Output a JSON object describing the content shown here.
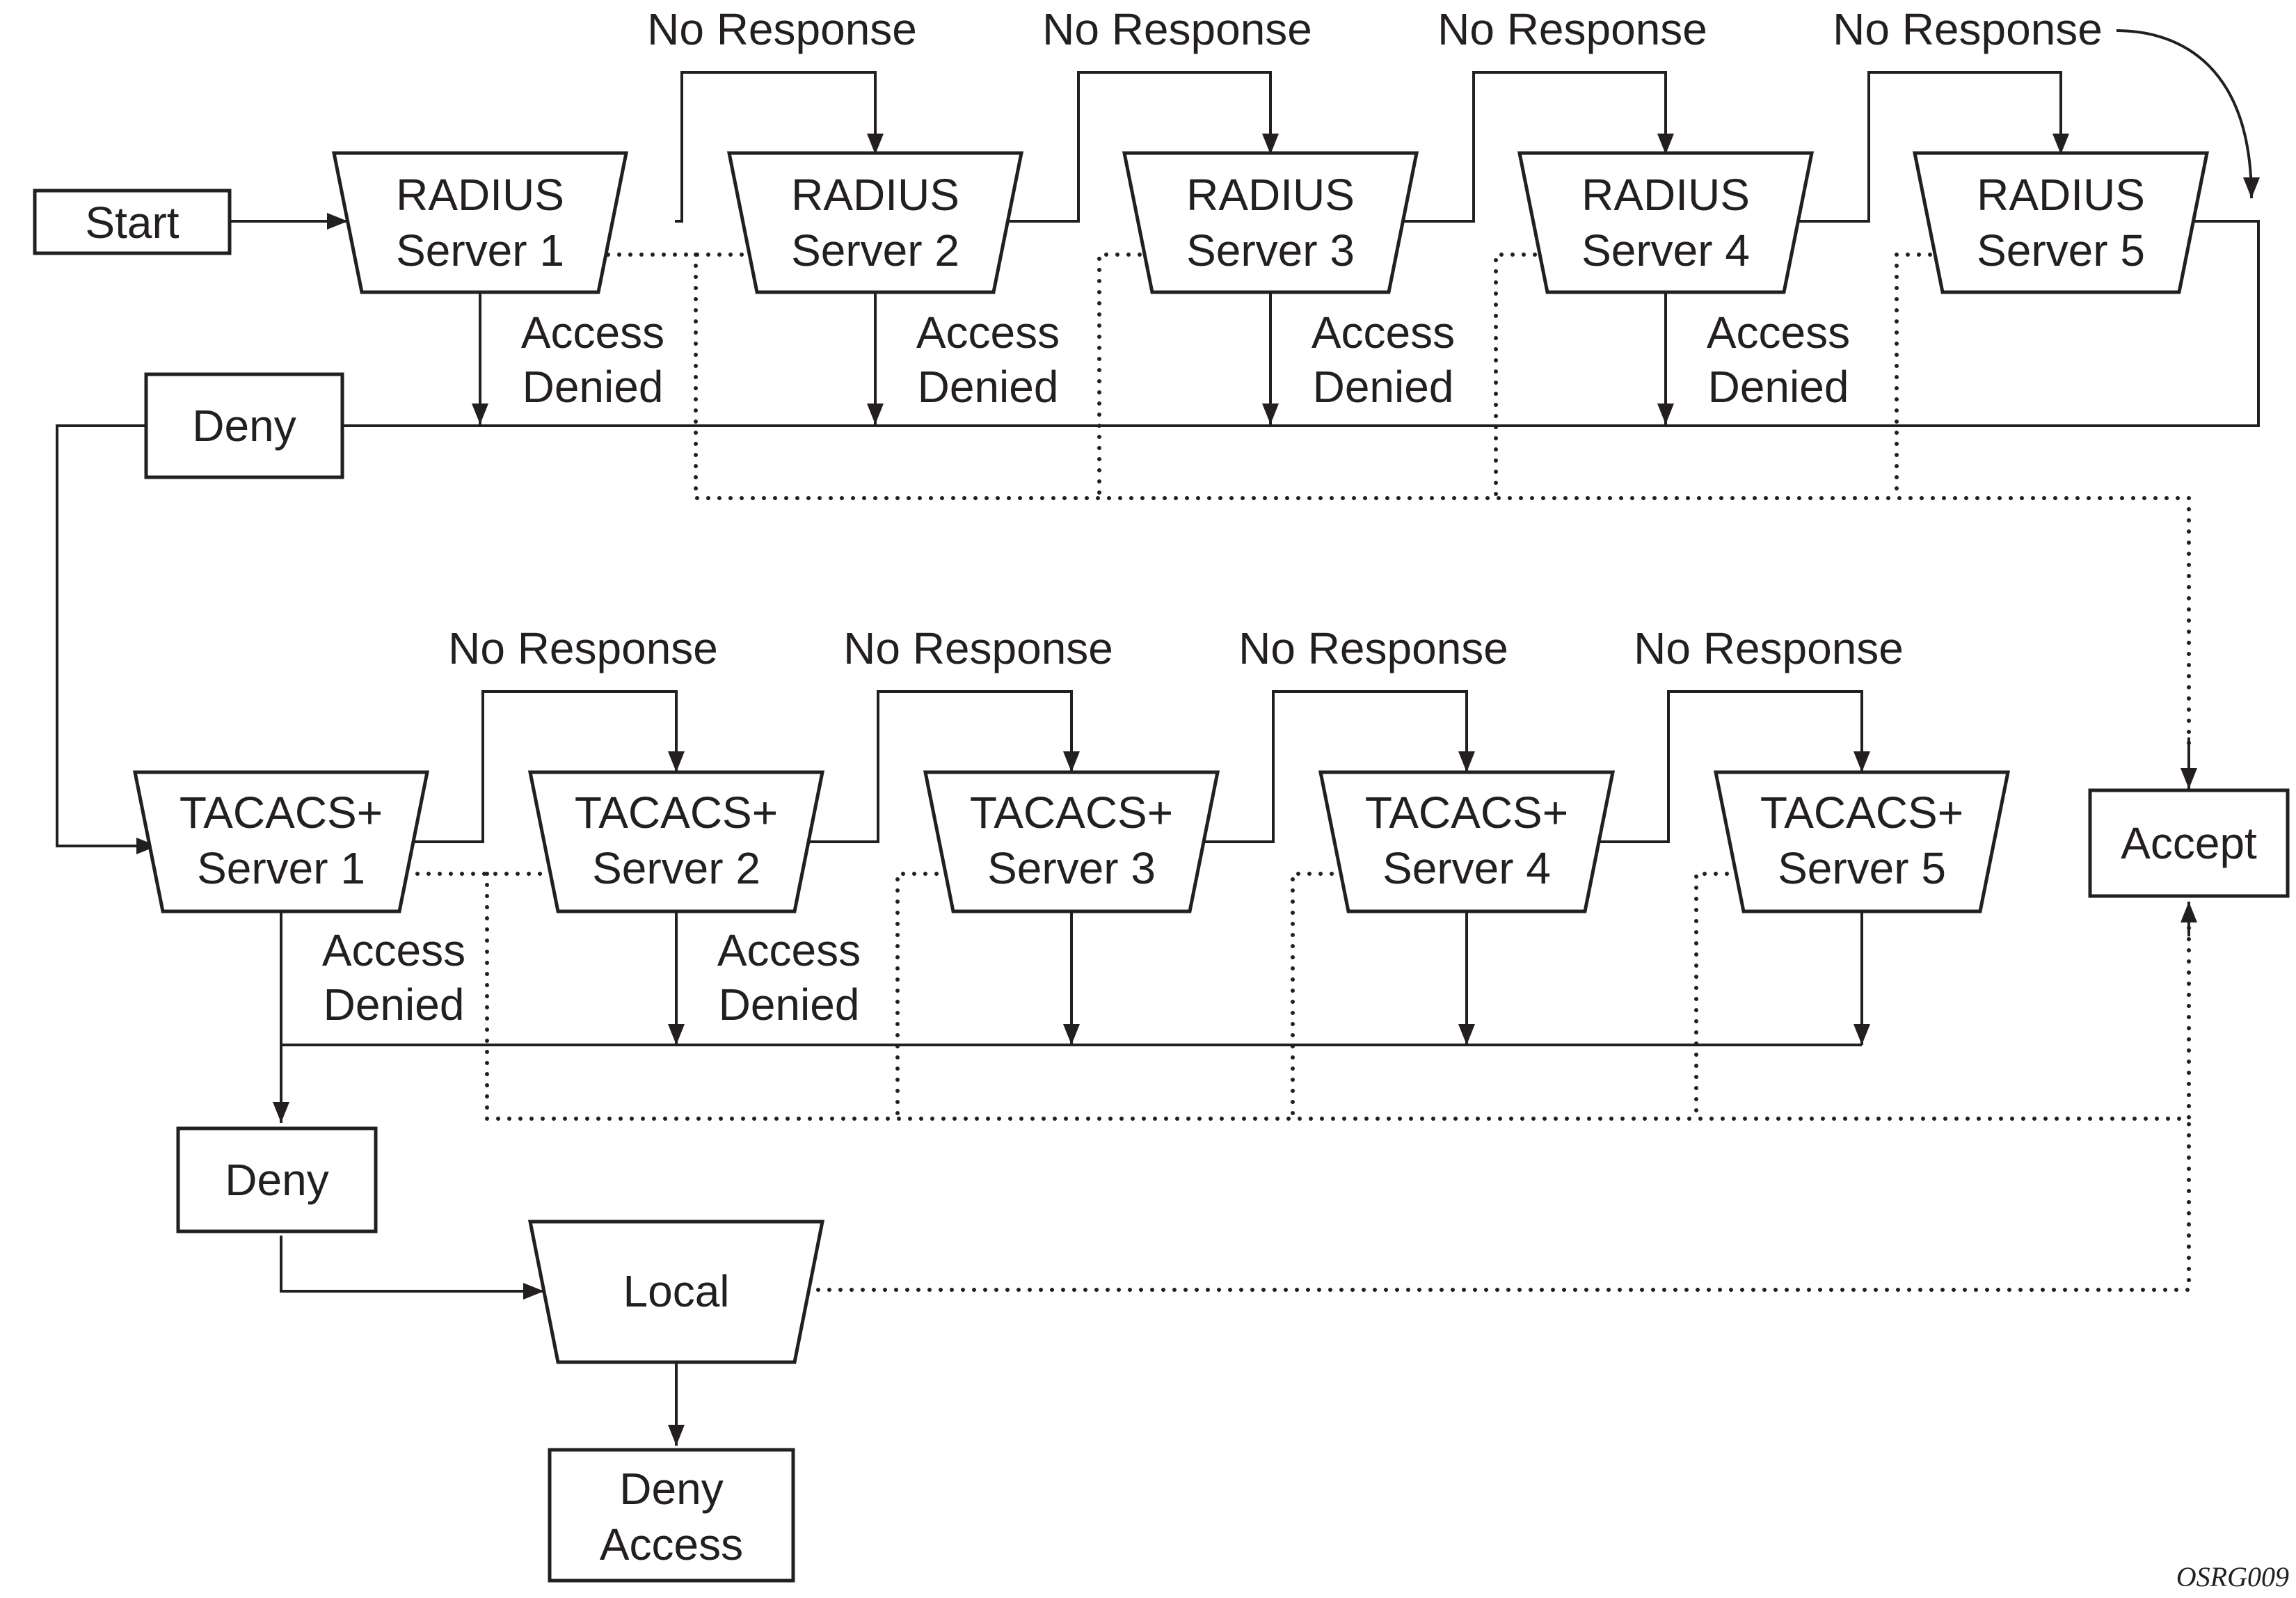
{
  "start": "Start",
  "radius_servers": [
    {
      "line1": "RADIUS",
      "line2": "Server 1"
    },
    {
      "line1": "RADIUS",
      "line2": "Server 2"
    },
    {
      "line1": "RADIUS",
      "line2": "Server 3"
    },
    {
      "line1": "RADIUS",
      "line2": "Server 4"
    },
    {
      "line1": "RADIUS",
      "line2": "Server 5"
    }
  ],
  "tacacs_servers": [
    {
      "line1": "TACACS+",
      "line2": "Server 1"
    },
    {
      "line1": "TACACS+",
      "line2": "Server 2"
    },
    {
      "line1": "TACACS+",
      "line2": "Server 3"
    },
    {
      "line1": "TACACS+",
      "line2": "Server 4"
    },
    {
      "line1": "TACACS+",
      "line2": "Server 5"
    }
  ],
  "no_response_label": "No Response",
  "access_denied": {
    "line1": "Access",
    "line2": "Denied"
  },
  "deny_radius": "Deny",
  "deny_tacacs": "Deny",
  "accept": "Accept",
  "local": "Local",
  "deny_access": {
    "line1": "Deny",
    "line2": "Access"
  },
  "figure_code": "OSRG009"
}
